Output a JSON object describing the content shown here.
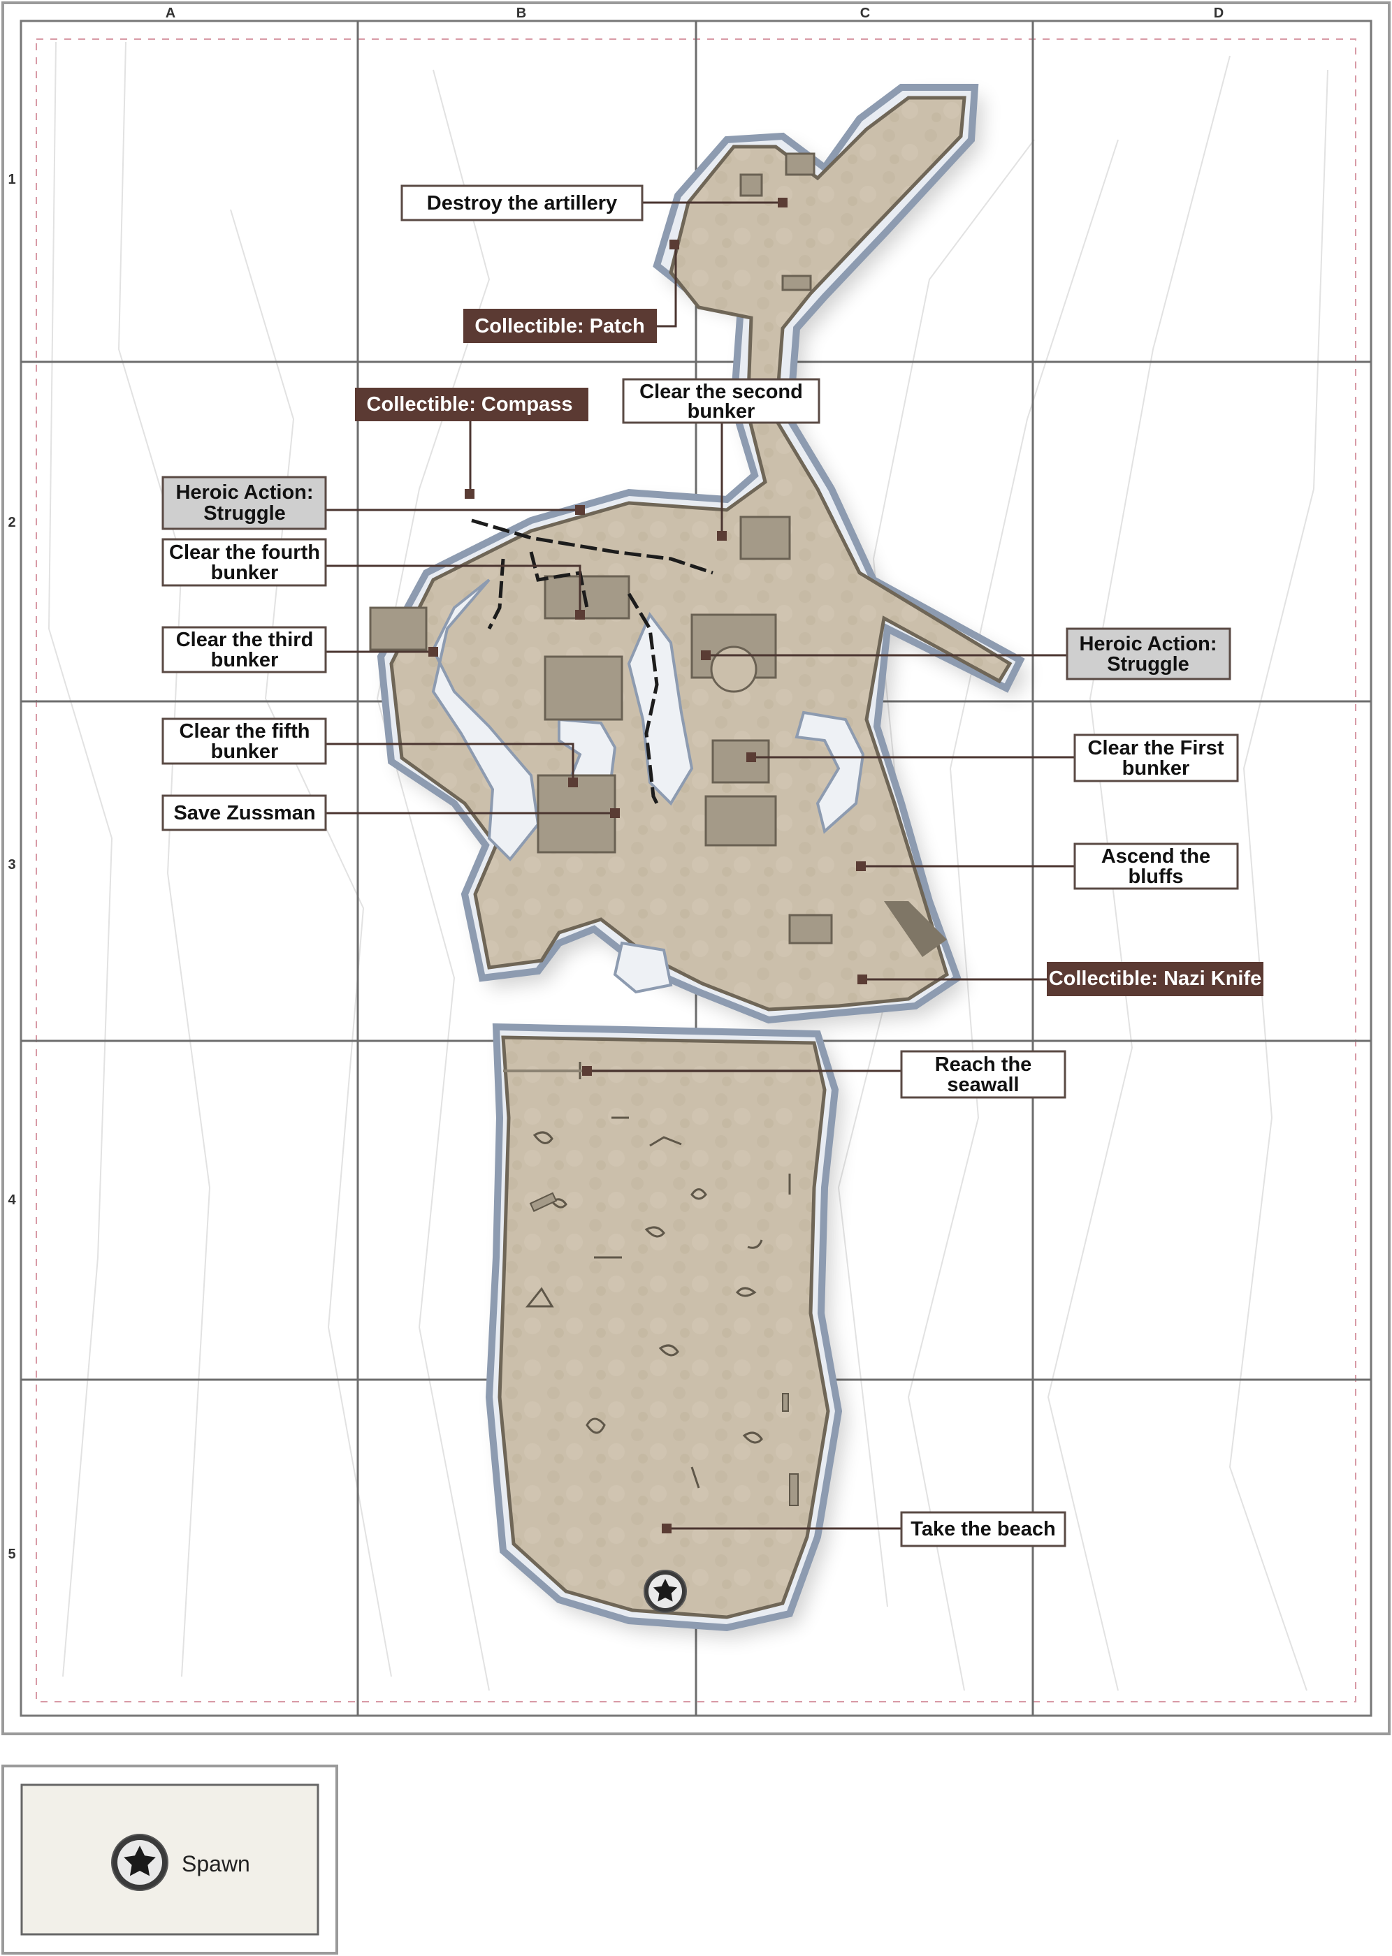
{
  "map": {
    "columns": [
      "A",
      "B",
      "C",
      "D"
    ],
    "rows": [
      "1",
      "2",
      "3",
      "4",
      "5"
    ],
    "colors": {
      "land": "#cbbfab",
      "land_dark": "#8c8373",
      "land_edge": "#7d7464",
      "water_halo": "#8d9bb0",
      "leader": "#4b3530",
      "marker": "#5a3c34",
      "collectible_bg": "#5b3a33",
      "heroic_bg": "#cfcfcf",
      "objective_bg": "#ffffff"
    },
    "labels": {
      "destroy_artillery": "Destroy the artillery",
      "collectible_patch": "Collectible: Patch",
      "collectible_compass": "Collectible: Compass",
      "clear_second_bunker": "Clear the second bunker",
      "heroic_action_left": "Heroic Action: Struggle",
      "clear_fourth_bunker": "Clear the fourth bunker",
      "clear_third_bunker": "Clear the third bunker",
      "heroic_action_right": "Heroic Action: Struggle",
      "clear_fifth_bunker": "Clear the fifth bunker",
      "clear_first_bunker": "Clear the First bunker",
      "save_zussman": "Save Zussman",
      "ascend_bluffs": "Ascend the bluffs",
      "collectible_nazi_knife": "Collectible: Nazi Knife",
      "reach_seawall": "Reach the seawall",
      "take_beach": "Take the beach"
    }
  },
  "legend": {
    "spawn_icon": "star-in-circle",
    "spawn_label": "Spawn"
  }
}
